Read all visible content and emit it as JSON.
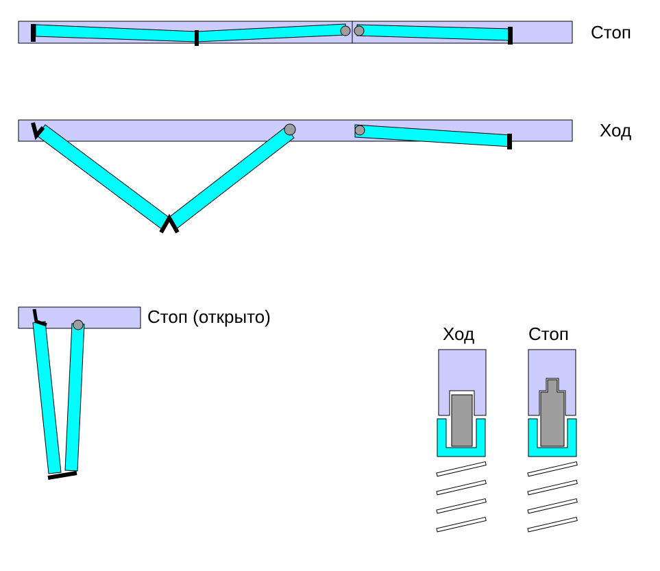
{
  "diagram": {
    "sections": [
      {
        "name": "stop-closed",
        "label": "Стоп"
      },
      {
        "name": "run-folding",
        "label": "Ход"
      },
      {
        "name": "stop-open",
        "label": "Стоп (открыто)"
      },
      {
        "name": "detail-run",
        "label": "Ход"
      },
      {
        "name": "detail-stop",
        "label": "Стоп"
      }
    ],
    "colors": {
      "rail": "#ccccff",
      "slat": "#00ffff",
      "pin_gray": "#9e9e9e",
      "outline": "#000000",
      "background": "#ffffff"
    }
  }
}
